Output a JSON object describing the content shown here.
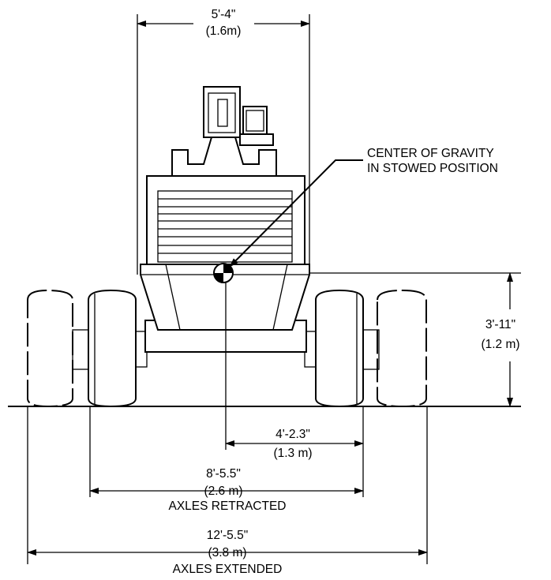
{
  "labels": {
    "cog_line1": "CENTER OF GRAVITY",
    "cog_line2": "IN STOWED POSITION"
  },
  "dimensions": {
    "overall_width": {
      "imperial": "5'-4\"",
      "metric": "(1.6m)"
    },
    "cog_height": {
      "imperial": "3'-11\"",
      "metric": "(1.2 m)"
    },
    "cog_offset": {
      "imperial": "4'-2.3\"",
      "metric": "(1.3 m)"
    },
    "track_retracted": {
      "imperial": "8'-5.5\"",
      "metric": "(2.6 m)",
      "caption": "AXLES RETRACTED"
    },
    "track_extended": {
      "imperial": "12'-5.5\"",
      "metric": "(3.8 m)",
      "caption": "AXLES EXTENDED"
    }
  }
}
